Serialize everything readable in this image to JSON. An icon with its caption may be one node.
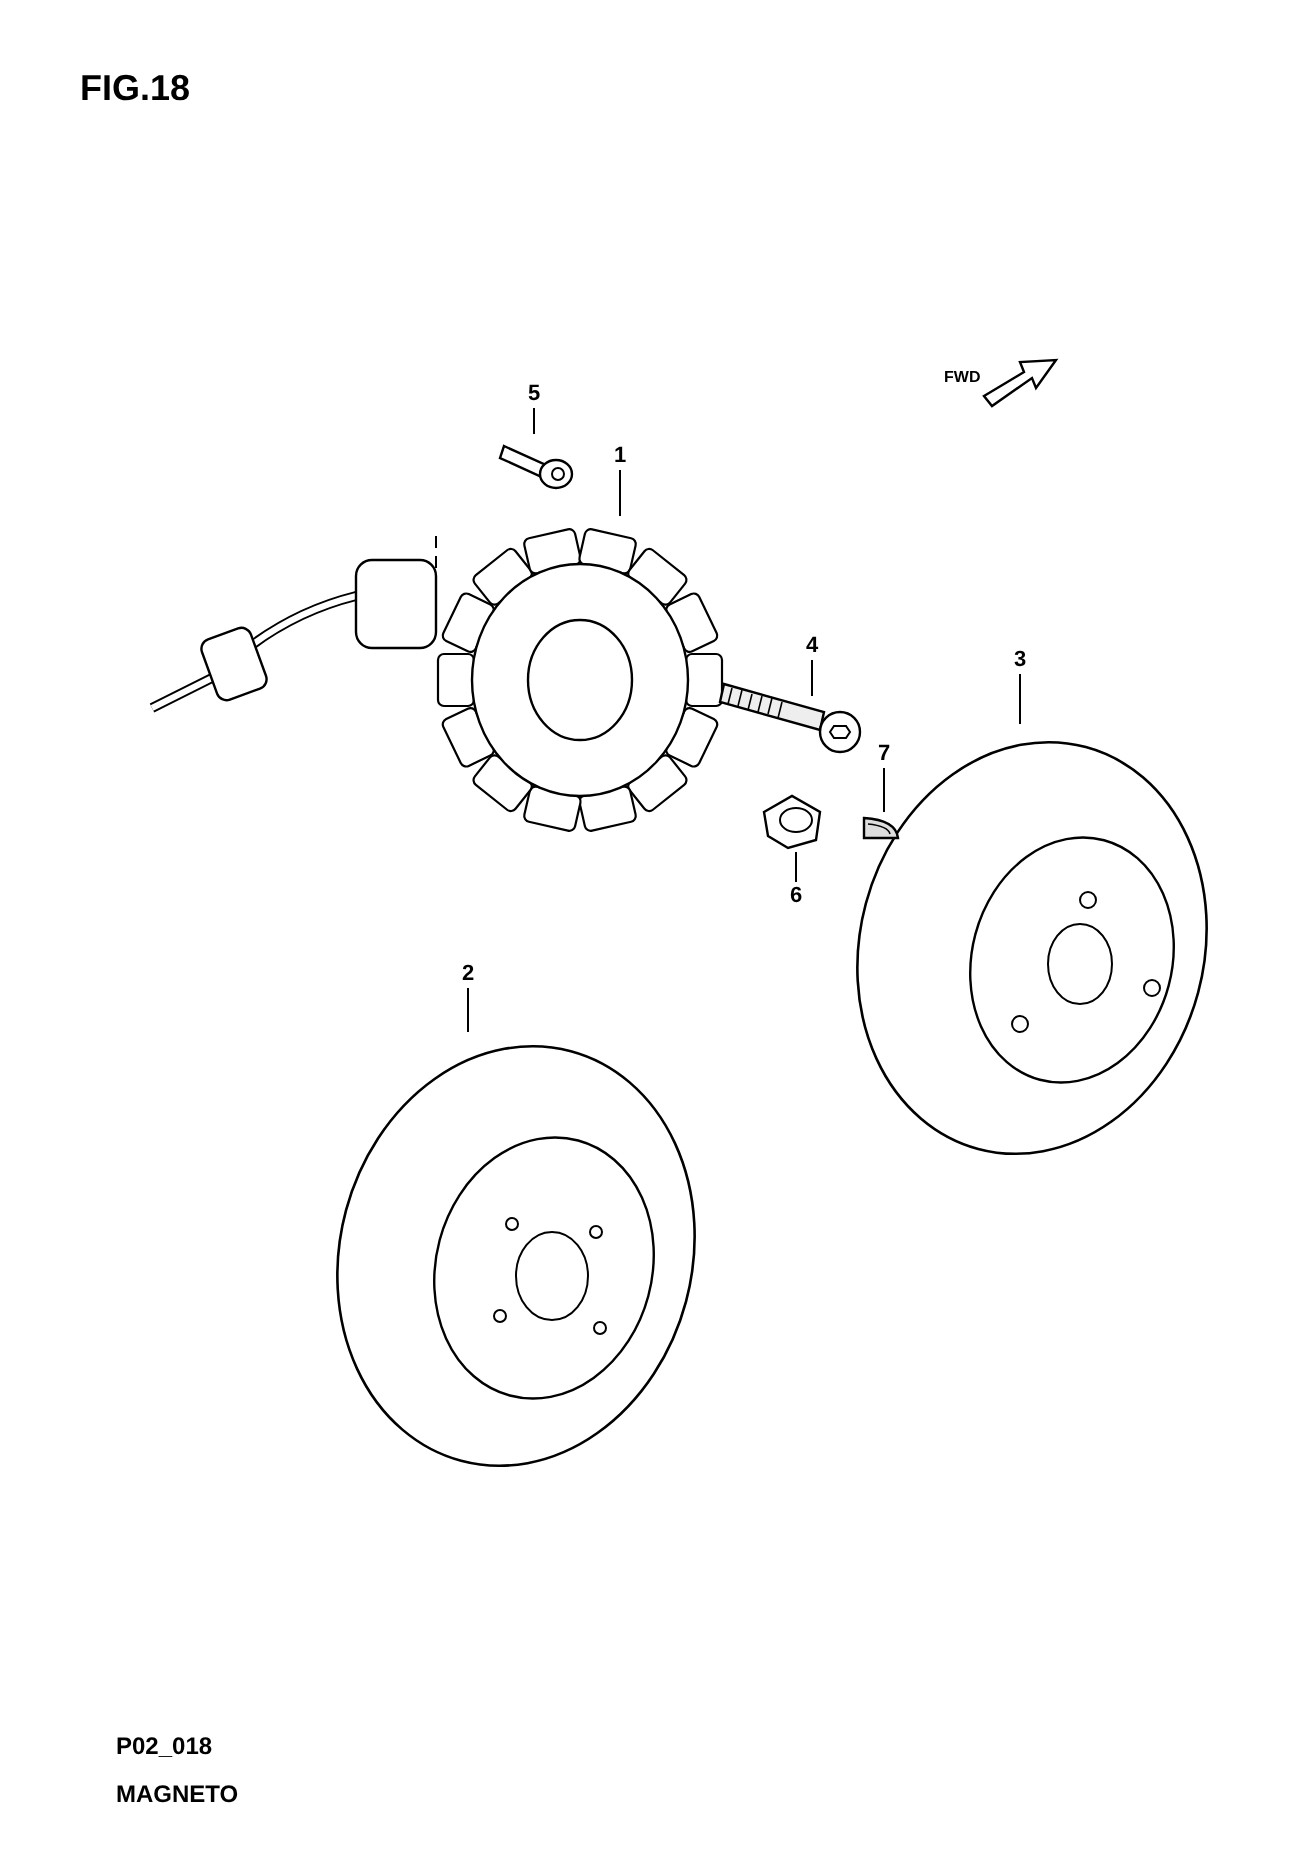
{
  "diagram": {
    "title": "FIG.18",
    "nodes": [
      {
        "text": [
          "5"
        ]
      },
      {
        "text": [
          "1"
        ]
      },
      {
        "text": [
          "4"
        ]
      },
      {
        "text": [
          "3"
        ]
      },
      {
        "text": [
          "7"
        ]
      },
      {
        "text": [
          "6"
        ]
      },
      {
        "text": [
          "2"
        ]
      },
      {
        "text": [],
        "shape": "picture"
      },
      {
        "text": [],
        "shape": "picture"
      },
      {
        "text": [],
        "shape": "picture"
      },
      {
        "text": [],
        "shape": "picture"
      },
      {
        "text": [],
        "shape": "picture"
      },
      {
        "text": [],
        "shape": "picture"
      },
      {
        "text": [],
        "shape": "picture"
      }
    ],
    "edges": [
      {
        "from": 0,
        "to": 7,
        "arrow": "none"
      },
      {
        "from": 1,
        "to": 8,
        "arrow": "none"
      },
      {
        "from": 2,
        "to": 9,
        "arrow": "none"
      },
      {
        "from": 3,
        "to": 10,
        "arrow": "none"
      },
      {
        "from": 4,
        "to": 11,
        "arrow": "none"
      },
      {
        "from": 5,
        "to": 12,
        "arrow": "none"
      },
      {
        "from": 6,
        "to": 13,
        "arrow": "none"
      }
    ],
    "labels": [
      "FWD",
      "P02_018",
      "MAGNETO"
    ]
  }
}
